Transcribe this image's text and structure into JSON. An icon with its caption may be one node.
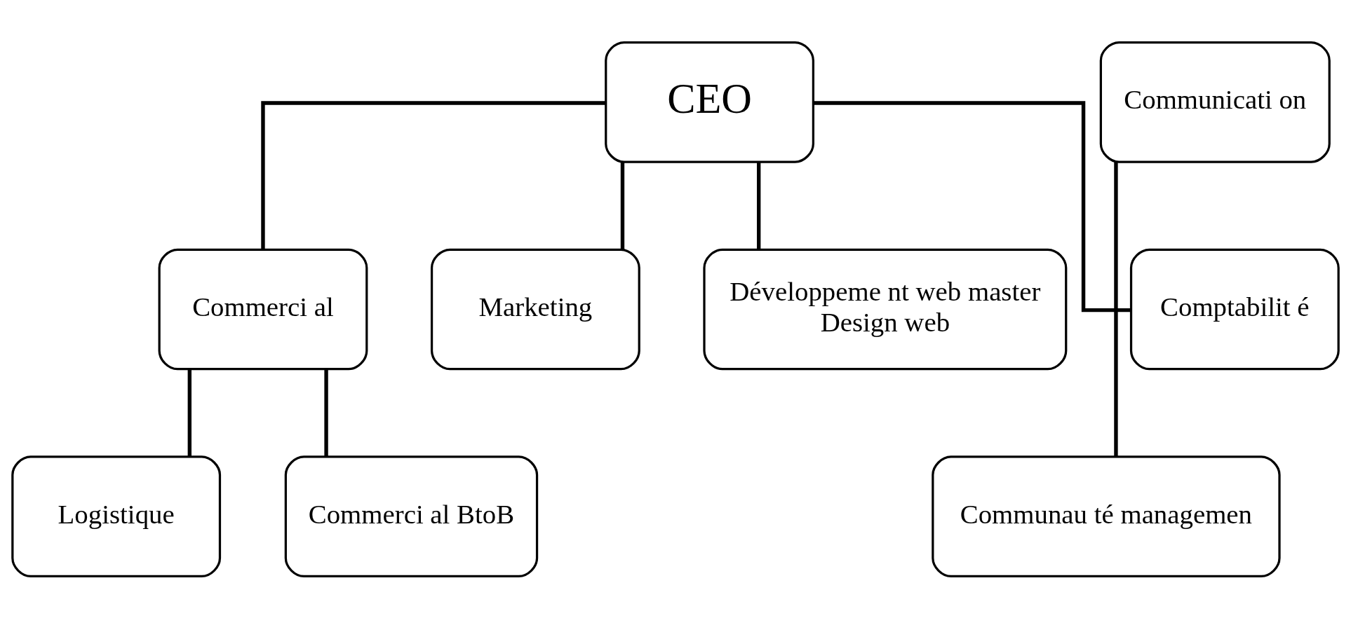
{
  "diagram": {
    "nodes": [
      {
        "text": [
          "CEO"
        ]
      },
      {
        "text": [
          "Commerci al"
        ]
      },
      {
        "text": [
          "Marketing"
        ]
      },
      {
        "text": [
          "Développeme nt web master",
          "Design web"
        ]
      },
      {
        "text": [
          "Comptabilit é"
        ]
      },
      {
        "text": [
          "Logistique"
        ]
      },
      {
        "text": [
          "Commerci al BtoB"
        ]
      },
      {
        "text": [
          "Communau té managemen"
        ]
      },
      {
        "text": [
          "Communicati on"
        ]
      }
    ],
    "edges": [
      {
        "from": 0,
        "to": 1,
        "arrow": "none"
      },
      {
        "from": 0,
        "to": 2,
        "arrow": "none"
      },
      {
        "from": 0,
        "to": 3,
        "arrow": "none"
      },
      {
        "from": 0,
        "to": 4,
        "arrow": "none"
      },
      {
        "from": 1,
        "to": 5,
        "arrow": "none"
      },
      {
        "from": 1,
        "to": 6,
        "arrow": "none"
      },
      {
        "from": 7,
        "to": 8,
        "arrow": "none"
      }
    ]
  }
}
